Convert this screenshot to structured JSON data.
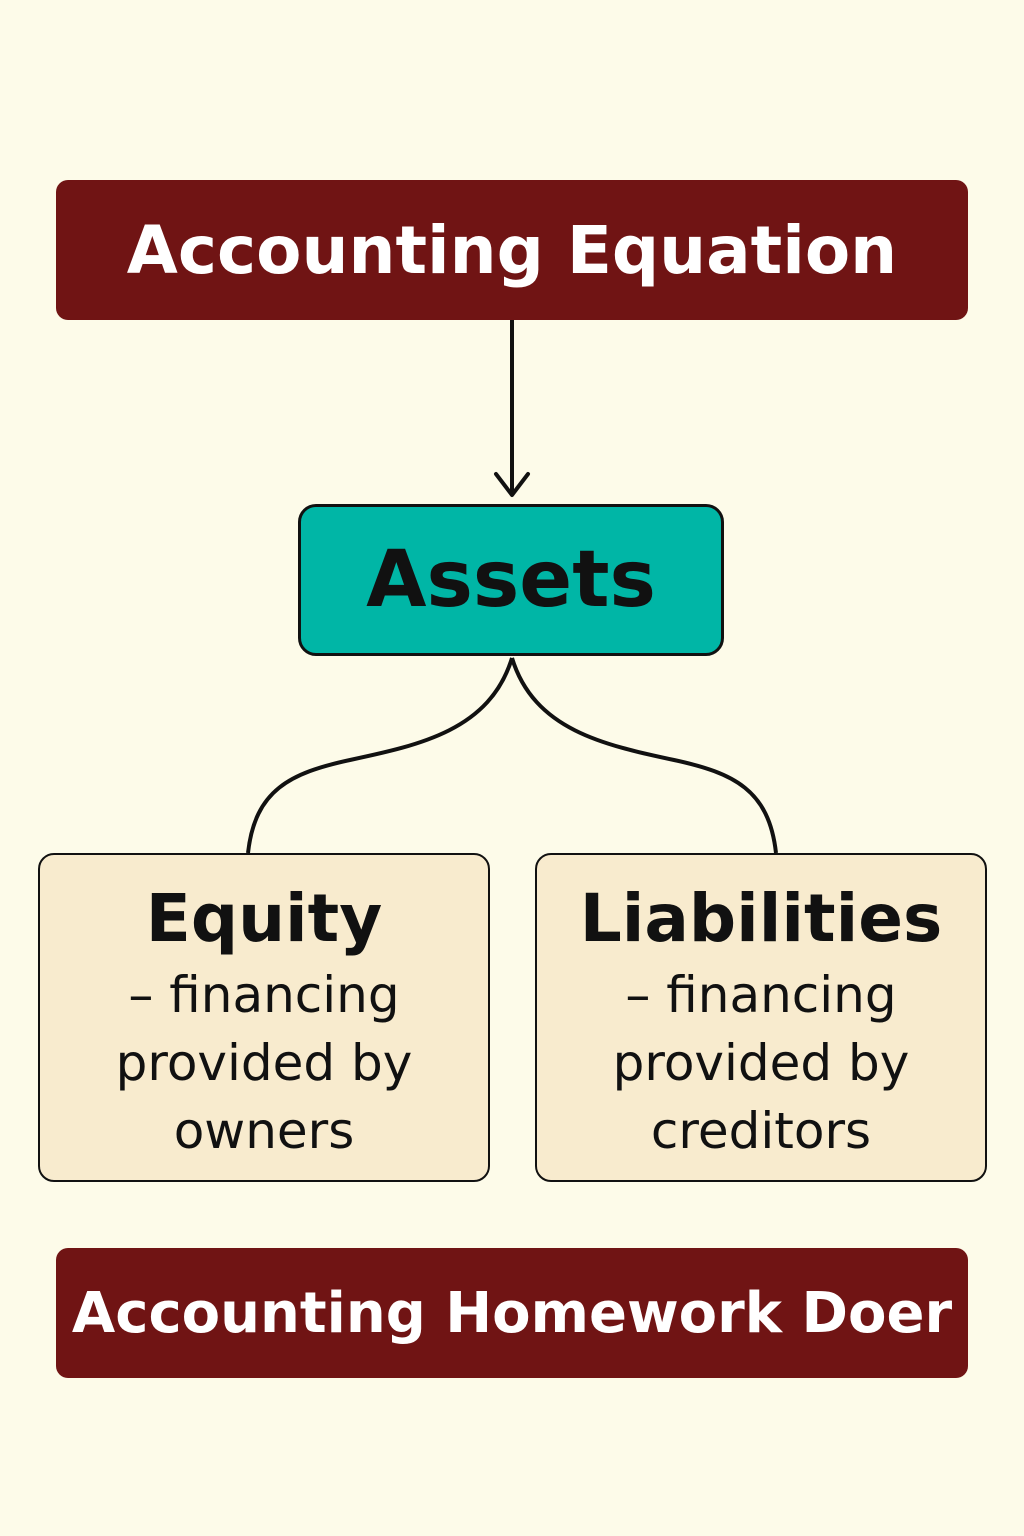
{
  "title": "Accounting Equation",
  "root": "Assets",
  "children": [
    {
      "heading": "Equity",
      "description": "– financing provided by owners"
    },
    {
      "heading": "Liabilities",
      "description": "– financing provided by creditors"
    }
  ],
  "footer": "Accounting Homework Doer",
  "colors": {
    "banner": "#701414",
    "assets": "#00b6a6",
    "card": "#f8ebce",
    "background": "#fdfbe9"
  }
}
